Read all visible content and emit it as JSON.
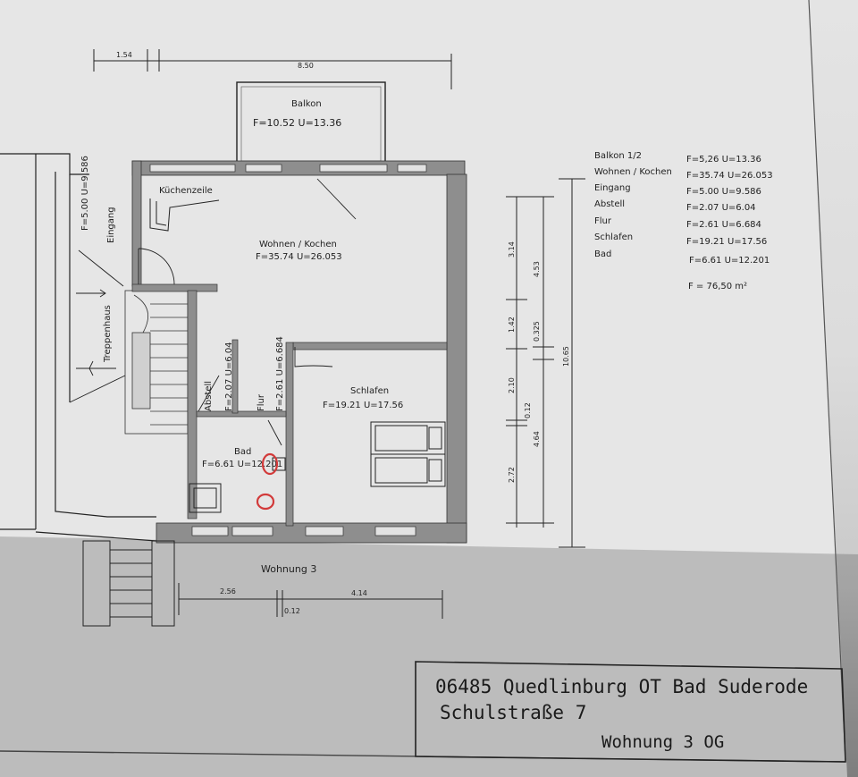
{
  "colors": {
    "paper": "#e2e2e2",
    "ink": "#222222",
    "wall": "#8e8e8e",
    "stamp": "#d23a3a"
  },
  "dims": {
    "top_small": "1.54",
    "top_large": "8.50",
    "right_3_14": "3.14",
    "right_4_53": "4.53",
    "right_1_42": "1.42",
    "right_0_325": "0.325",
    "right_2_10": "2.10",
    "right_0_12": "0.12",
    "right_4_64": "4.64",
    "right_2_72": "2.72",
    "right_10_65": "10.65",
    "bottom_2_56": "2.56",
    "bottom_4_14": "4.14",
    "bottom_0_12": "0.12"
  },
  "rooms": {
    "balkon": {
      "name": "Balkon",
      "area": "F=10.52  U=13.36"
    },
    "kuechenzeile": "Küchenzeile",
    "wohnen": {
      "name": "Wohnen  /  Kochen",
      "area": "F=35.74  U=26.053"
    },
    "eingang": {
      "area": "F=5.00  U=9.586",
      "name": "Eingang"
    },
    "treppenhaus": "Treppenhaus",
    "abstell": {
      "name": "Abstell",
      "area": "F=2.07  U=6.04"
    },
    "flur": {
      "name": "Flur",
      "area": "F=2.61  U=6.684"
    },
    "schlafen": {
      "name": "Schlafen",
      "area": "F=19.21  U=17.56"
    },
    "bad": {
      "name": "Bad",
      "area": "F=6.61  U=12.201"
    }
  },
  "plan_label": "Wohnung 3",
  "area_table": [
    {
      "name": "Balkon  1/2",
      "value": "F=5,26  U=13.36"
    },
    {
      "name": "Wohnen  /  Kochen",
      "value": "F=35.74  U=26.053"
    },
    {
      "name": "Eingang",
      "value": "F=5.00  U=9.586"
    },
    {
      "name": "Abstell",
      "value": "F=2.07  U=6.04"
    },
    {
      "name": "Flur",
      "value": "F=2.61  U=6.684"
    },
    {
      "name": "Schlafen",
      "value": "F=19.21  U=17.56"
    },
    {
      "name": "Bad",
      "value": "F=6.61  U=12.201"
    }
  ],
  "area_total": "F = 76,50 m²",
  "title_block": {
    "line1": "06485 Quedlinburg OT Bad Suderode",
    "line2": "Schulstraße 7",
    "line3": "Wohnung 3 OG"
  }
}
